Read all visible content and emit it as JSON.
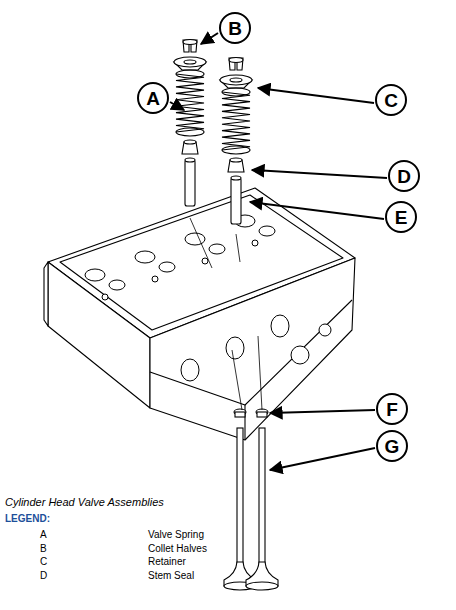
{
  "diagram": {
    "caption": "Cylinder Head Valve Assemblies",
    "nodes": [
      {
        "text": [
          "B"
        ]
      },
      {
        "text": [
          "A"
        ]
      },
      {
        "text": [
          "C"
        ]
      },
      {
        "text": [
          "D"
        ]
      },
      {
        "text": [
          "E"
        ]
      },
      {
        "text": [
          "F"
        ]
      },
      {
        "text": [
          "G"
        ]
      }
    ],
    "labels": [
      "LEGEND:",
      "A",
      "Valve Spring",
      "B",
      "Collet Halves",
      "C",
      "Retainer",
      "D",
      "Stem Seal"
    ]
  }
}
